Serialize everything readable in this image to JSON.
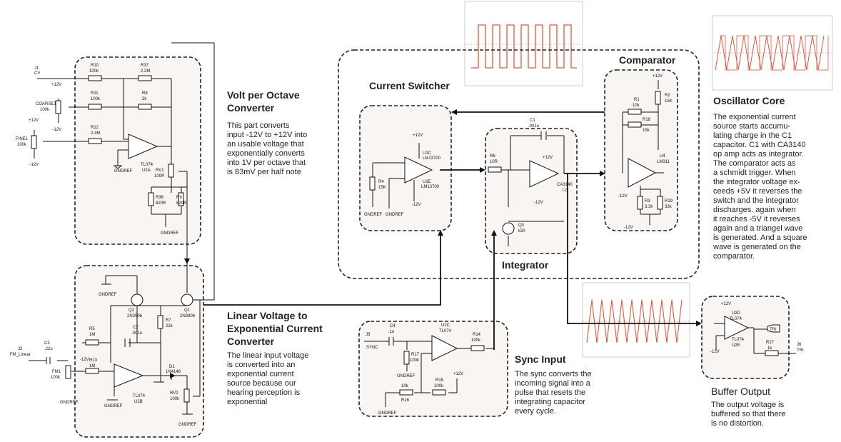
{
  "sections": {
    "volt_per_octave": {
      "title": [
        "Volt per Octave",
        "Converter"
      ],
      "text": [
        "This part converts",
        "input -12V to +12V into",
        "an usable voltage that",
        "exponentially converts",
        "into 1V per octave that",
        "is 83mV per half note"
      ]
    },
    "linear_to_expo": {
      "title": [
        "Linear Voltage to",
        "Exponential Current",
        "Converter"
      ],
      "text": [
        "The linear input voltage",
        "is converted into an",
        "exponential current",
        "source because our",
        "hearing perception is",
        "exponential"
      ]
    },
    "current_switcher": {
      "title": "Current Switcher"
    },
    "comparator": {
      "title": "Comparator"
    },
    "integrator": {
      "title": "Integrator"
    },
    "oscillator_core": {
      "title": "Oscillator Core",
      "text": [
        "The exponential current",
        "source starts accumu-",
        "lating charge in the C1",
        "capacitor. C1 with CA3140",
        "op amp acts as integrator.",
        "The comparator acts as",
        "a schmidt trigger. When",
        "the integrator voltage ex-",
        "ceeds +5V it reverses the",
        "switch and the integrator",
        "discharges. again when",
        "it reaches -5V it reverses",
        "again and a triangel wave",
        "is generated. And a square",
        "wave is generated on the",
        "comparator."
      ]
    },
    "sync_input": {
      "title": "Sync Input",
      "text": [
        "The sync converts the",
        "incoming signal into a",
        "pulse that resets the",
        "integrating capacitor",
        "every cycle."
      ]
    },
    "buffer_output": {
      "title": "Buffer Output",
      "text": [
        "The output voltage is",
        "buffered so that there",
        "is no distortion."
      ]
    }
  },
  "labels": {
    "j1": "J1",
    "cv": "CV",
    "plus12": "+12V",
    "minus12": "-12V",
    "minus12b": "−12V",
    "coarse1": "COARSE1",
    "k100": "100k",
    "fine1": "FINE1",
    "r10": "R10",
    "r37": "R37",
    "m22": "2.2M",
    "r11": "R11",
    "r8": "R8",
    "k2": "2k",
    "r12": "R12",
    "m24": "2.4M",
    "gndref": "GNDREF",
    "tl074": "TL074",
    "u2a": "U2A",
    "rv1": "RV1",
    "r100": "100R",
    "r36": "R36",
    "r820": "820R",
    "r9": "R9",
    "q2": "Q2",
    "q1": "Q1",
    "pnp": "2N3906",
    "r7": "R7",
    "k22": "22k",
    "r5": "R5",
    "m1": "1M",
    "c2": "C2",
    "c001u": ".001u",
    "j2": "J2",
    "fmlin": "FM_Linear",
    "c3": "C3",
    "c22u": ".22u",
    "fm1": "FM1",
    "r13": "R13",
    "u2b": "U2B",
    "d1": "D1",
    "diode": "1N4148",
    "rv2": "RV2",
    "u1c": "U1C",
    "lm13700": "LM13700",
    "u1e": "U1E",
    "r4": "R4",
    "k15": "15K",
    "c1": "C1",
    "c001": ".001u",
    "r6": "R6",
    "r10r": "10R",
    "ca3140": "CA3140",
    "u3": "U3",
    "q3": "Q3",
    "k30": "k30",
    "r1": "R1",
    "k10": "10k",
    "r2": "R2",
    "r18": "R18",
    "k15b": "15k",
    "u4": "U4",
    "lm311": "LM311",
    "r3": "R3",
    "k33": "3.3k",
    "r19": "R19",
    "k33b": "33k",
    "j3": "J3",
    "sync": "SYNC",
    "c4": "C4",
    "c1u": ".1u",
    "u2c": "U2C",
    "r14": "R14",
    "r17": "R17",
    "r15": "R15",
    "r16": "R16",
    "k10b": "10k",
    "u2d": "U2D",
    "u2e": "U2E",
    "r27": "R27",
    "k1": "1k",
    "tri": "TRI",
    "j6": "J6"
  },
  "colors": {
    "box_fill": "#f8f5f2",
    "wave": "#e8553a",
    "wave_axis": "#bdbdbd"
  }
}
